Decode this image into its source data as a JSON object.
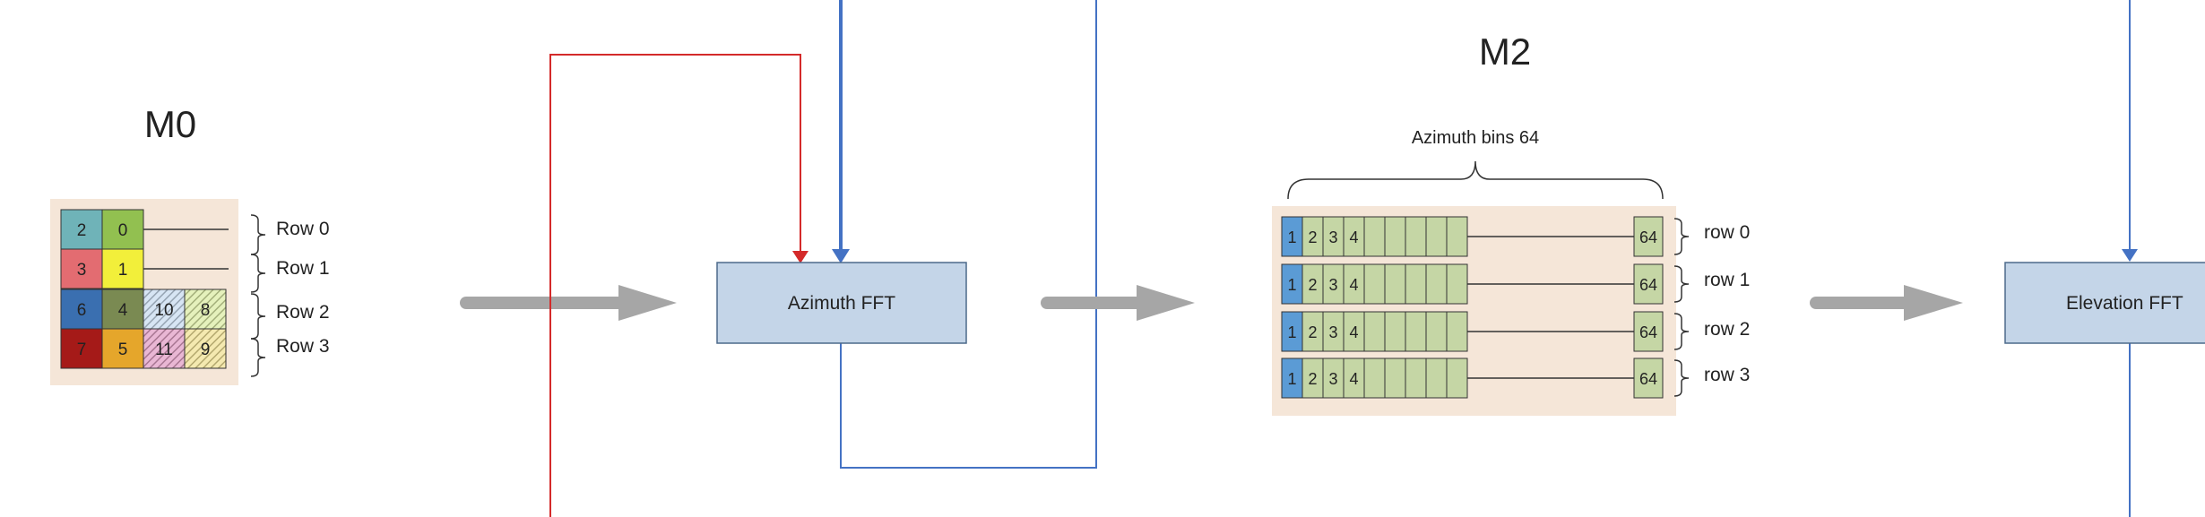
{
  "m0": {
    "title": "M0",
    "grid": [
      [
        {
          "t": "2",
          "c": "#6fb3b8",
          "p": false
        },
        {
          "t": "0",
          "c": "#92c050",
          "p": false
        },
        null,
        null
      ],
      [
        {
          "t": "3",
          "c": "#e36c71",
          "p": false
        },
        {
          "t": "1",
          "c": "#f2ef3a",
          "p": false
        },
        null,
        null
      ],
      [
        {
          "t": "6",
          "c": "#3a6fb0",
          "p": false
        },
        {
          "t": "4",
          "c": "#7a8a52",
          "p": false
        },
        {
          "t": "10",
          "c": "#a8c7e8",
          "p": true
        },
        {
          "t": "8",
          "c": "#c6e06a",
          "p": true
        }
      ],
      [
        {
          "t": "7",
          "c": "#a51a18",
          "p": false
        },
        {
          "t": "5",
          "c": "#e5a62b",
          "p": false
        },
        {
          "t": "11",
          "c": "#d060a0",
          "p": true
        },
        {
          "t": "9",
          "c": "#e8d050",
          "p": true
        }
      ]
    ],
    "row_labels": [
      "Row 0",
      "Row 1",
      "Row 2",
      "Row 3"
    ]
  },
  "m2": {
    "title": "M2",
    "bins_label": "Azimuth bins 64",
    "cells": [
      "1",
      "2",
      "3",
      "4",
      "",
      "",
      "",
      "",
      ""
    ],
    "last_cell": "64",
    "row_labels": [
      "row 0",
      "row 1",
      "row 2",
      "row 3"
    ]
  },
  "boxes": {
    "azimuth_fft": "Azimuth FFT",
    "elevation_fft": "Elevation FFT"
  },
  "colors": {
    "background_panel": "#f5e6d8",
    "box_fill": "#c4d5e8",
    "box_border": "#4d6a8a",
    "blue_line": "#4472c4",
    "red_line": "#d42a2a",
    "arrow_gray": "#a6a6a6",
    "m2_cell": "#c5d6a5",
    "m2_first_cell": "#5b9bd5"
  }
}
